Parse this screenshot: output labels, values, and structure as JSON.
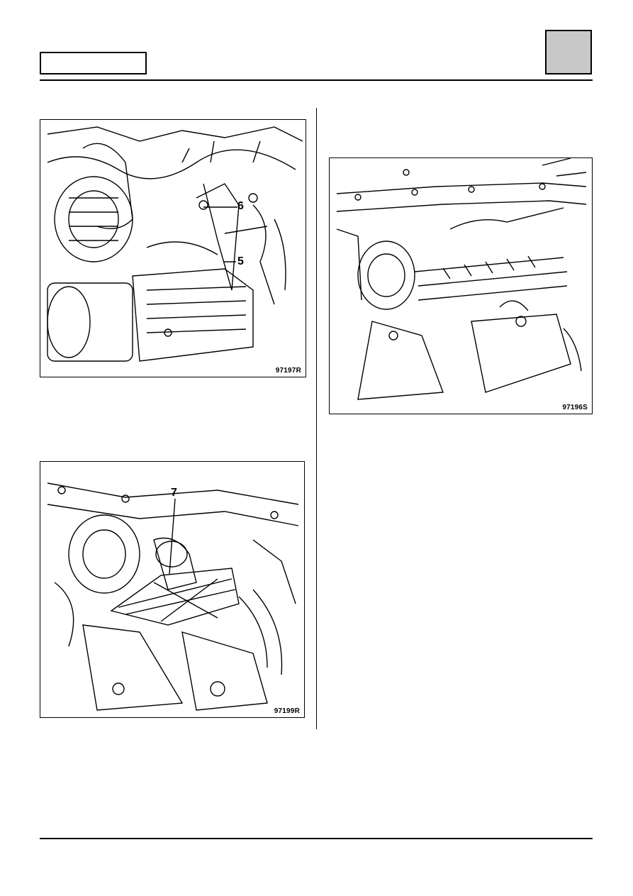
{
  "page": {
    "header_box_text": "",
    "section_tab_text": ""
  },
  "figures": [
    {
      "id": "fig-97197r",
      "code": "97197R",
      "callouts": [
        "5",
        "6"
      ]
    },
    {
      "id": "fig-97199r",
      "code": "97199R",
      "callouts": [
        "7"
      ]
    },
    {
      "id": "fig-97196s",
      "code": "97196S",
      "callouts": []
    }
  ]
}
